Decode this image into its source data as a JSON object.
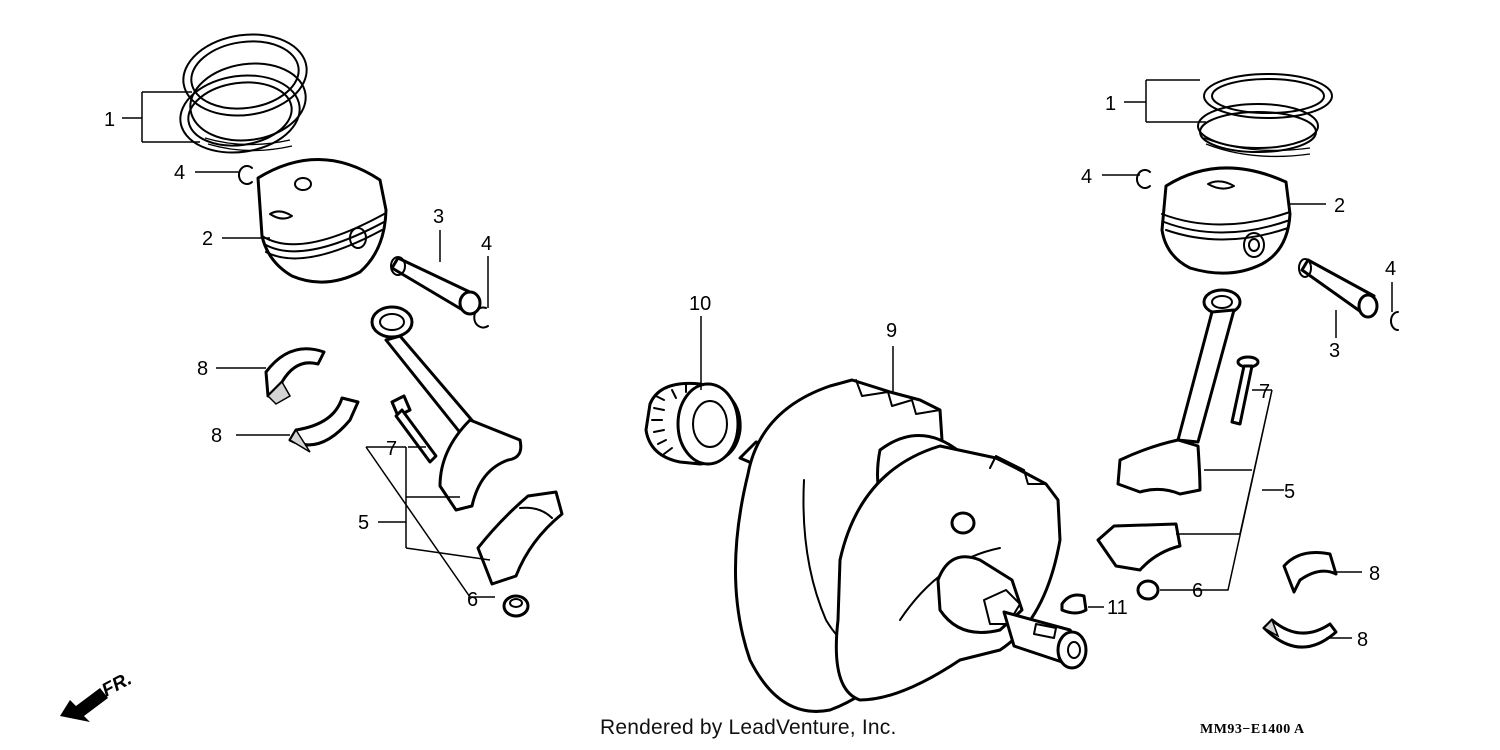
{
  "diagram": {
    "callouts": {
      "l1": "1",
      "l2": "2",
      "l3": "3",
      "l4a": "4",
      "l4b": "4",
      "l5": "5",
      "l6": "6",
      "l7": "7",
      "l8a": "8",
      "l8b": "8",
      "r1": "1",
      "r2": "2",
      "r3": "3",
      "r4a": "4",
      "r4b": "4",
      "r5": "5",
      "r6": "6",
      "r7": "7",
      "r8a": "8",
      "r8b": "8",
      "c9": "9",
      "c10": "10",
      "c11": "11"
    },
    "front_label": "FR.",
    "footer": "Rendered by LeadVenture, Inc.",
    "diagram_code": "MM93−E1400 A"
  }
}
